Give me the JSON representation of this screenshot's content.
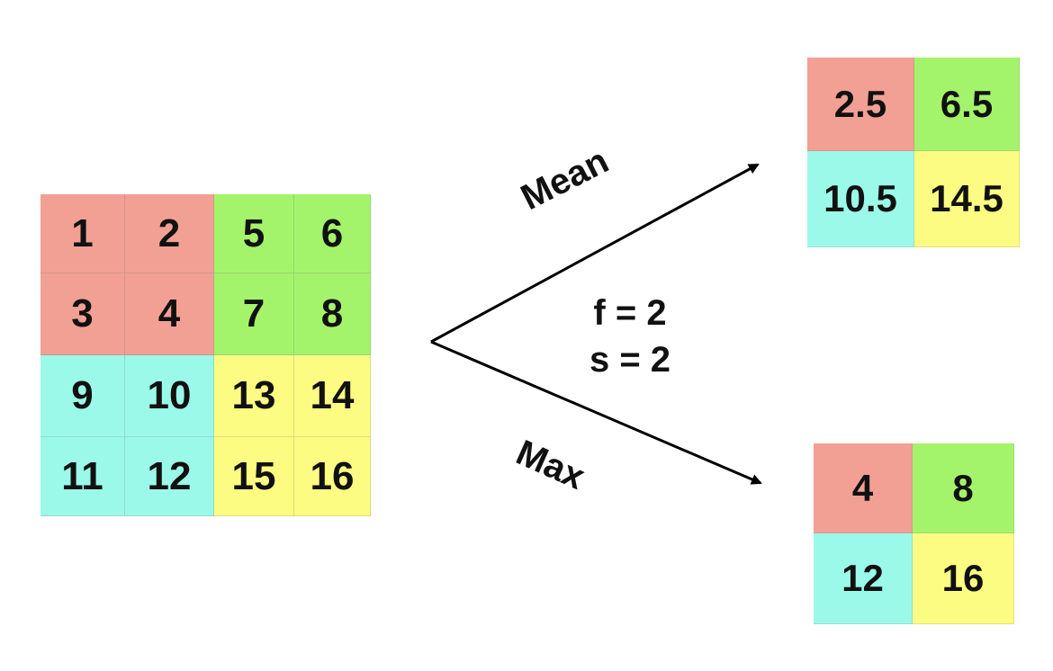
{
  "colors": {
    "red": "#f1a093",
    "green": "#a4f46b",
    "cyan": "#9bf9e9",
    "yellow": "#fdfc82",
    "line": "#000000"
  },
  "input": {
    "cells": [
      {
        "value": "1",
        "color": "red"
      },
      {
        "value": "2",
        "color": "red"
      },
      {
        "value": "5",
        "color": "green"
      },
      {
        "value": "6",
        "color": "green"
      },
      {
        "value": "3",
        "color": "red"
      },
      {
        "value": "4",
        "color": "red"
      },
      {
        "value": "7",
        "color": "green"
      },
      {
        "value": "8",
        "color": "green"
      },
      {
        "value": "9",
        "color": "cyan"
      },
      {
        "value": "10",
        "color": "cyan"
      },
      {
        "value": "13",
        "color": "yellow"
      },
      {
        "value": "14",
        "color": "yellow"
      },
      {
        "value": "11",
        "color": "cyan"
      },
      {
        "value": "12",
        "color": "cyan"
      },
      {
        "value": "15",
        "color": "yellow"
      },
      {
        "value": "16",
        "color": "yellow"
      }
    ]
  },
  "mean": {
    "label": "Mean",
    "cells": [
      {
        "value": "2.5",
        "color": "red"
      },
      {
        "value": "6.5",
        "color": "green"
      },
      {
        "value": "10.5",
        "color": "cyan"
      },
      {
        "value": "14.5",
        "color": "yellow"
      }
    ]
  },
  "max": {
    "label": "Max",
    "cells": [
      {
        "value": "4",
        "color": "red"
      },
      {
        "value": "8",
        "color": "green"
      },
      {
        "value": "12",
        "color": "cyan"
      },
      {
        "value": "16",
        "color": "yellow"
      }
    ]
  },
  "params": {
    "filter": "f = 2",
    "stride": "s = 2"
  }
}
